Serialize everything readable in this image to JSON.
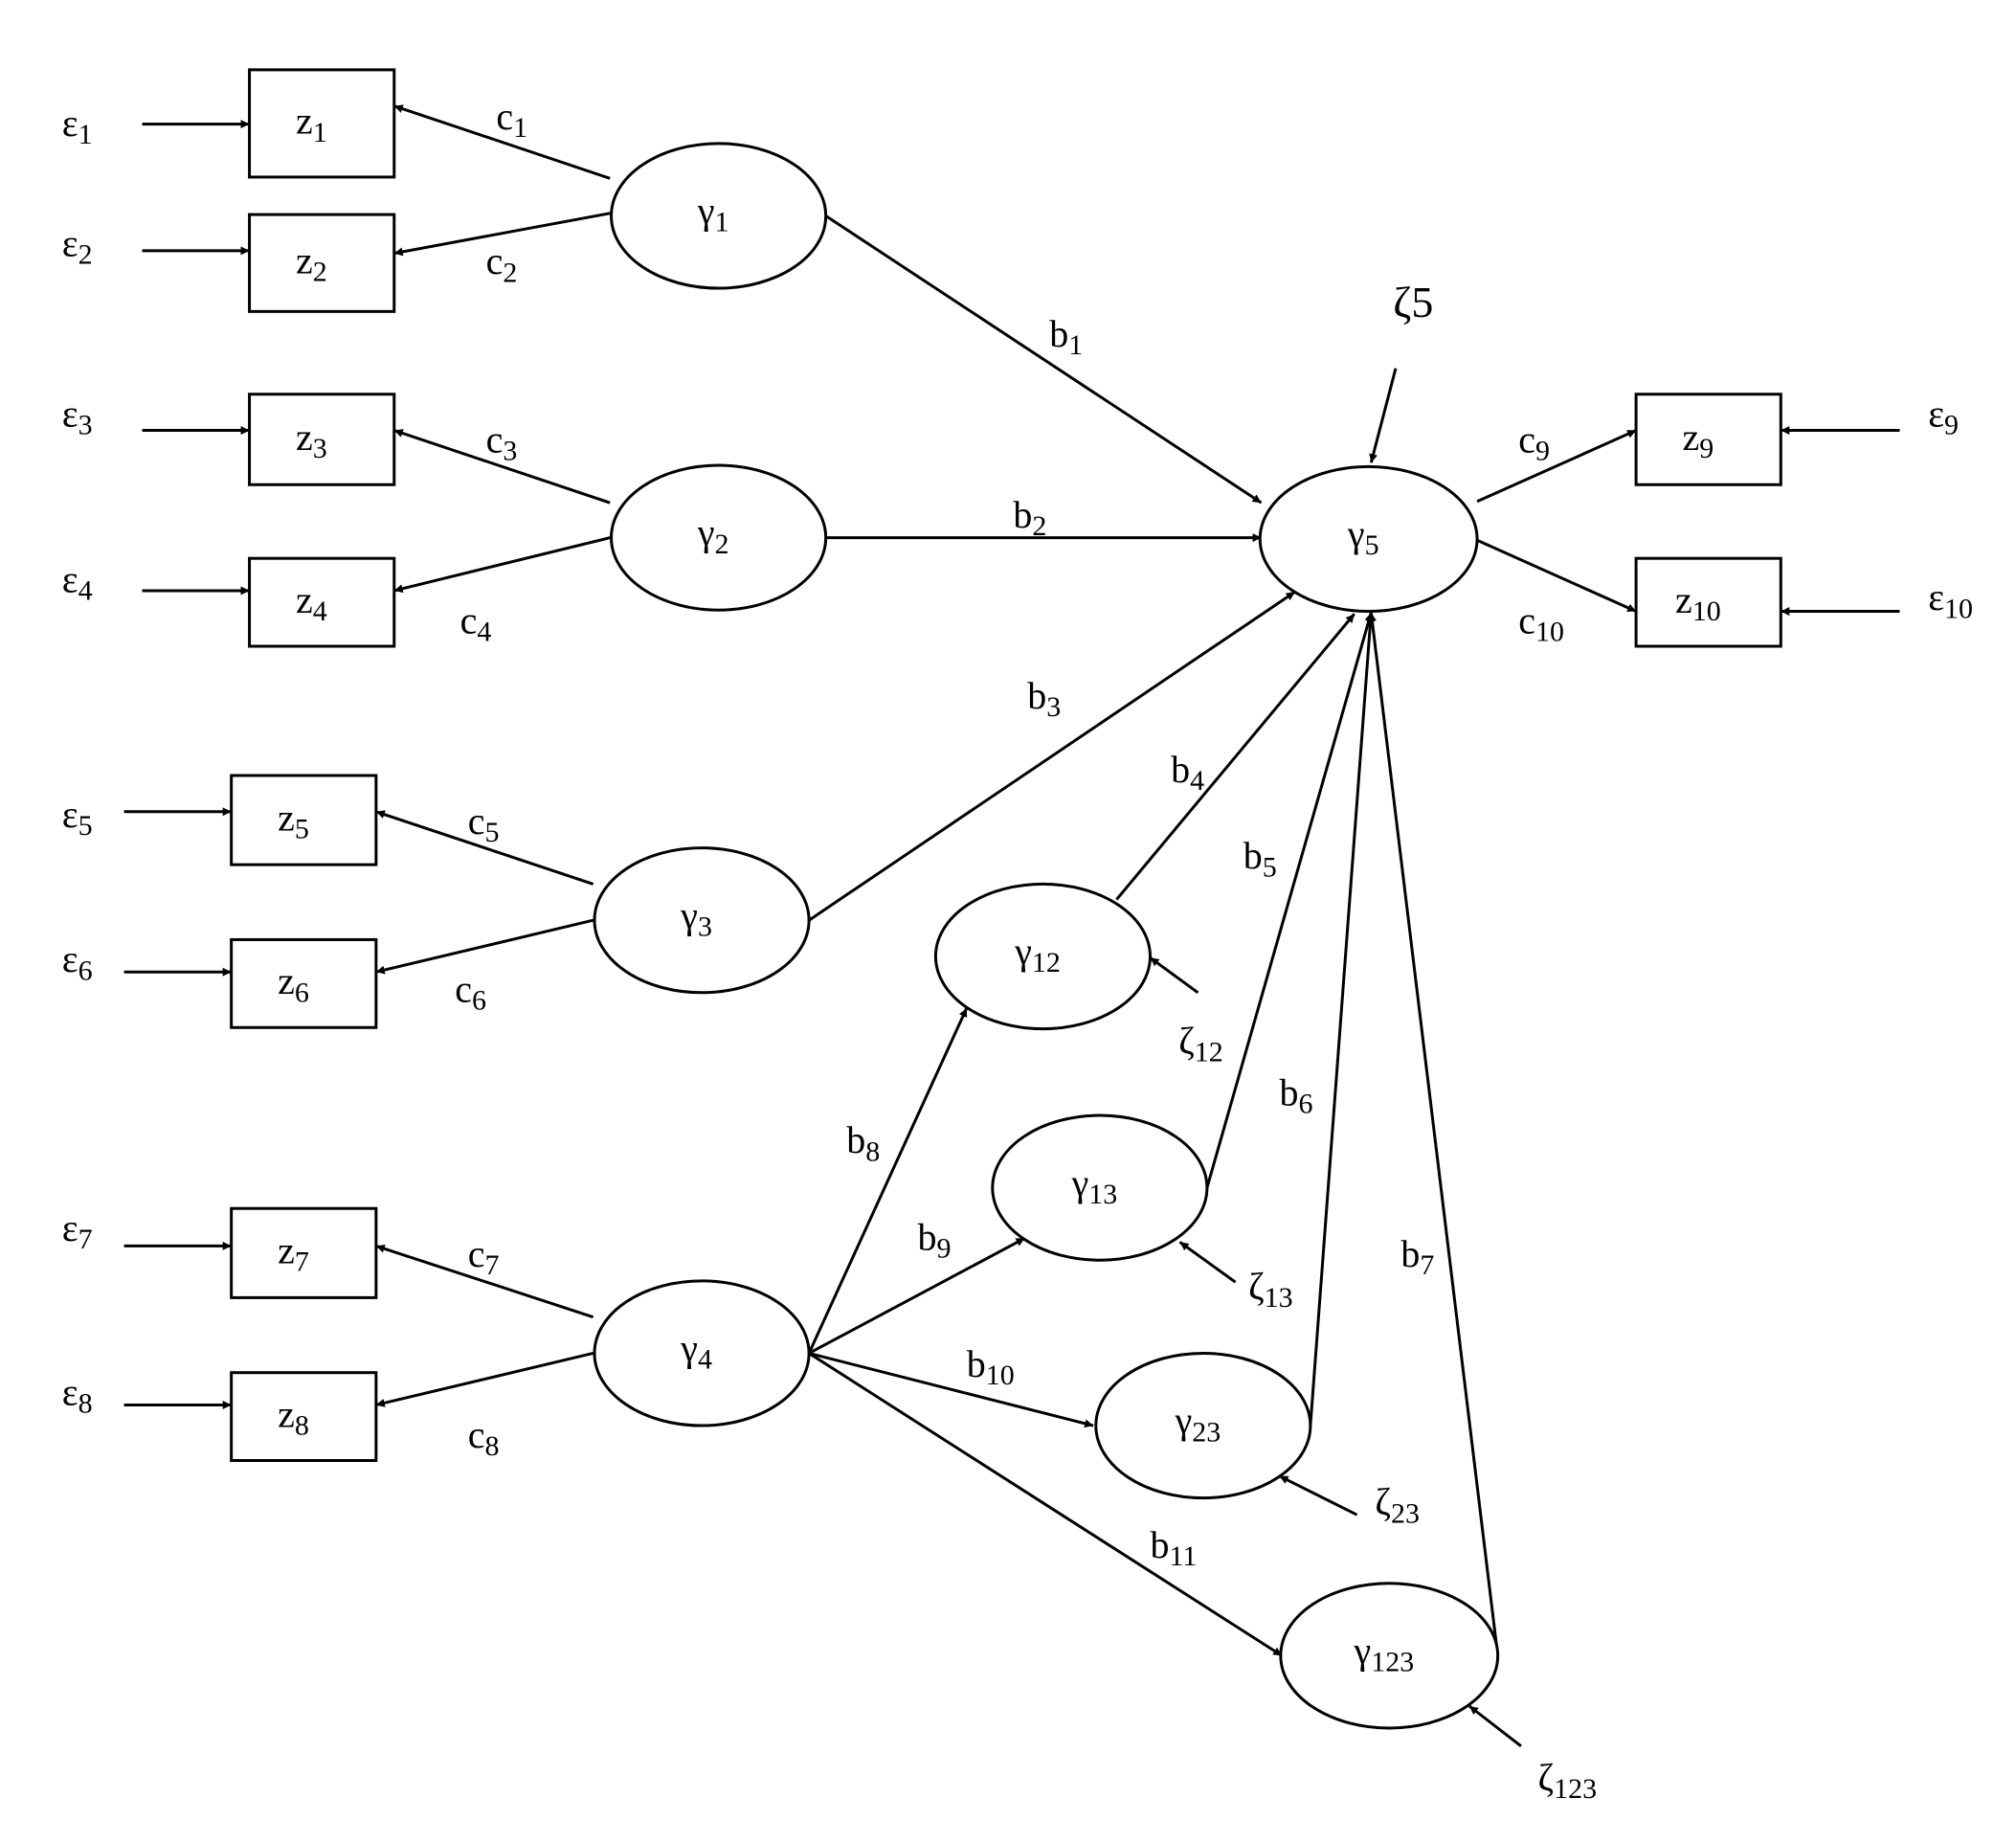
{
  "colors": {
    "stroke": "#000000",
    "background": "#ffffff"
  },
  "observed": [
    {
      "id": "z1",
      "base": "z",
      "sub": "1"
    },
    {
      "id": "z2",
      "base": "z",
      "sub": "2"
    },
    {
      "id": "z3",
      "base": "z",
      "sub": "3"
    },
    {
      "id": "z4",
      "base": "z",
      "sub": "4"
    },
    {
      "id": "z5",
      "base": "z",
      "sub": "5"
    },
    {
      "id": "z6",
      "base": "z",
      "sub": "6"
    },
    {
      "id": "z7",
      "base": "z",
      "sub": "7"
    },
    {
      "id": "z8",
      "base": "z",
      "sub": "8"
    },
    {
      "id": "z9",
      "base": "z",
      "sub": "9"
    },
    {
      "id": "z10",
      "base": "z",
      "sub": "10"
    }
  ],
  "latent": [
    {
      "id": "g1",
      "base": "γ",
      "sub": "1"
    },
    {
      "id": "g2",
      "base": "γ",
      "sub": "2"
    },
    {
      "id": "g3",
      "base": "γ",
      "sub": "3"
    },
    {
      "id": "g4",
      "base": "γ",
      "sub": "4"
    },
    {
      "id": "g5",
      "base": "γ",
      "sub": "5"
    },
    {
      "id": "g12",
      "base": "γ",
      "sub": "12"
    },
    {
      "id": "g13",
      "base": "γ",
      "sub": "13"
    },
    {
      "id": "g23",
      "base": "γ",
      "sub": "23"
    },
    {
      "id": "g123",
      "base": "γ",
      "sub": "123"
    }
  ],
  "errors": [
    {
      "id": "e1",
      "base": "ε",
      "sub": "1",
      "target": "z1"
    },
    {
      "id": "e2",
      "base": "ε",
      "sub": "2",
      "target": "z2"
    },
    {
      "id": "e3",
      "base": "ε",
      "sub": "3",
      "target": "z3"
    },
    {
      "id": "e4",
      "base": "ε",
      "sub": "4",
      "target": "z4"
    },
    {
      "id": "e5",
      "base": "ε",
      "sub": "5",
      "target": "z5"
    },
    {
      "id": "e6",
      "base": "ε",
      "sub": "6",
      "target": "z6"
    },
    {
      "id": "e7",
      "base": "ε",
      "sub": "7",
      "target": "z7"
    },
    {
      "id": "e8",
      "base": "ε",
      "sub": "8",
      "target": "z8"
    },
    {
      "id": "e9",
      "base": "ε",
      "sub": "9",
      "target": "z9"
    },
    {
      "id": "e10",
      "base": "ε",
      "sub": "10",
      "target": "z10"
    }
  ],
  "disturbances": [
    {
      "id": "d5",
      "text": "ζ5",
      "target": "g5"
    },
    {
      "id": "d12",
      "base": "ζ",
      "sub": "12",
      "target": "g12"
    },
    {
      "id": "d13",
      "base": "ζ",
      "sub": "13",
      "target": "g13"
    },
    {
      "id": "d23",
      "base": "ζ",
      "sub": "23",
      "target": "g23"
    },
    {
      "id": "d123",
      "base": "ζ",
      "sub": "123",
      "target": "g123"
    }
  ],
  "loadings": [
    {
      "id": "c1",
      "base": "c",
      "sub": "1",
      "from": "g1",
      "to": "z1"
    },
    {
      "id": "c2",
      "base": "c",
      "sub": "2",
      "from": "g1",
      "to": "z2"
    },
    {
      "id": "c3",
      "base": "c",
      "sub": "3",
      "from": "g2",
      "to": "z3"
    },
    {
      "id": "c4",
      "base": "c",
      "sub": "4",
      "from": "g2",
      "to": "z4"
    },
    {
      "id": "c5",
      "base": "c",
      "sub": "5",
      "from": "g3",
      "to": "z5"
    },
    {
      "id": "c6",
      "base": "c",
      "sub": "6",
      "from": "g3",
      "to": "z6"
    },
    {
      "id": "c7",
      "base": "c",
      "sub": "7",
      "from": "g4",
      "to": "z7"
    },
    {
      "id": "c8",
      "base": "c",
      "sub": "8",
      "from": "g4",
      "to": "z8"
    },
    {
      "id": "c9",
      "base": "c",
      "sub": "9",
      "from": "g5",
      "to": "z9"
    },
    {
      "id": "c10",
      "base": "c",
      "sub": "10",
      "from": "g5",
      "to": "z10"
    }
  ],
  "paths": [
    {
      "id": "b1",
      "base": "b",
      "sub": "1",
      "from": "g1",
      "to": "g5"
    },
    {
      "id": "b2",
      "base": "b",
      "sub": "2",
      "from": "g2",
      "to": "g5"
    },
    {
      "id": "b3",
      "base": "b",
      "sub": "3",
      "from": "g3",
      "to": "g5"
    },
    {
      "id": "b4",
      "base": "b",
      "sub": "4",
      "from": "g12",
      "to": "g5"
    },
    {
      "id": "b5",
      "base": "b",
      "sub": "5",
      "from": "g13",
      "to": "g5"
    },
    {
      "id": "b6",
      "base": "b",
      "sub": "6",
      "from": "g23",
      "to": "g5"
    },
    {
      "id": "b7",
      "base": "b",
      "sub": "7",
      "from": "g123",
      "to": "g5"
    },
    {
      "id": "b8",
      "base": "b",
      "sub": "8",
      "from": "g4",
      "to": "g12"
    },
    {
      "id": "b9",
      "base": "b",
      "sub": "9",
      "from": "g4",
      "to": "g13"
    },
    {
      "id": "b10",
      "base": "b",
      "sub": "10",
      "from": "g4",
      "to": "g23"
    },
    {
      "id": "b11",
      "base": "b",
      "sub": "11",
      "from": "g4",
      "to": "g123"
    }
  ]
}
